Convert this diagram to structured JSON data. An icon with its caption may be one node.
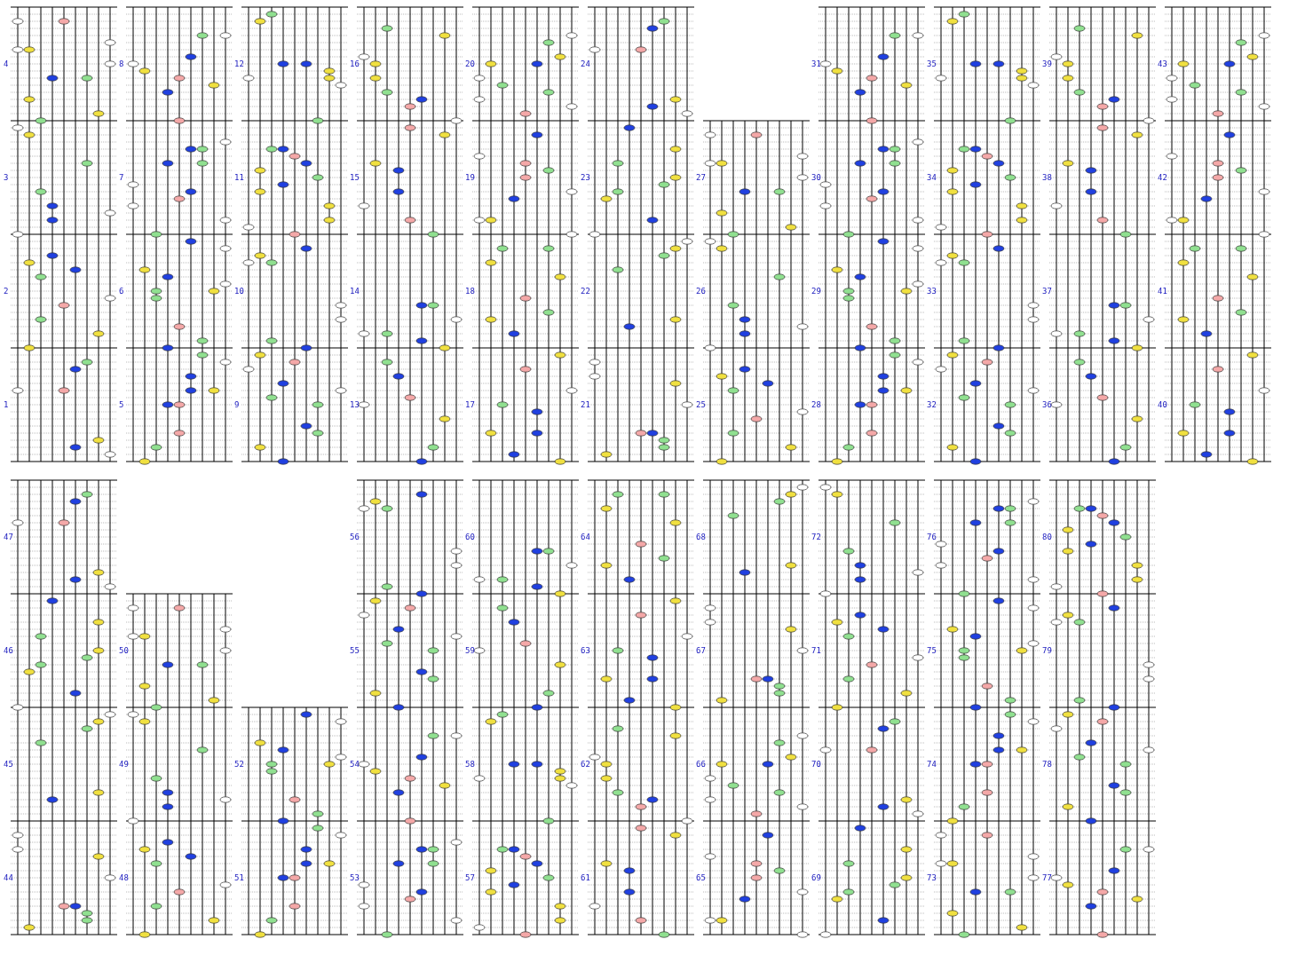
{
  "diagram": {
    "labels": [
      "1",
      "2",
      "3",
      "4",
      "5",
      "6",
      "7",
      "8",
      "9",
      "10",
      "11",
      "12",
      "13",
      "14",
      "15",
      "16",
      "17",
      "18",
      "19",
      "20",
      "21",
      "22",
      "23",
      "24",
      "25",
      "26",
      "27",
      "28",
      "29",
      "30",
      "31",
      "32",
      "33",
      "34",
      "35",
      "36",
      "37",
      "38",
      "39",
      "40",
      "41",
      "42",
      "43",
      "44",
      "45",
      "46",
      "47",
      "48",
      "49",
      "50",
      "51",
      "52",
      "53",
      "54",
      "55",
      "56",
      "57",
      "58",
      "59",
      "60",
      "61",
      "62",
      "63",
      "64",
      "65",
      "66",
      "67",
      "68",
      "69",
      "70",
      "71",
      "72",
      "73",
      "74",
      "75",
      "76",
      "77",
      "78",
      "79",
      "80"
    ]
  }
}
